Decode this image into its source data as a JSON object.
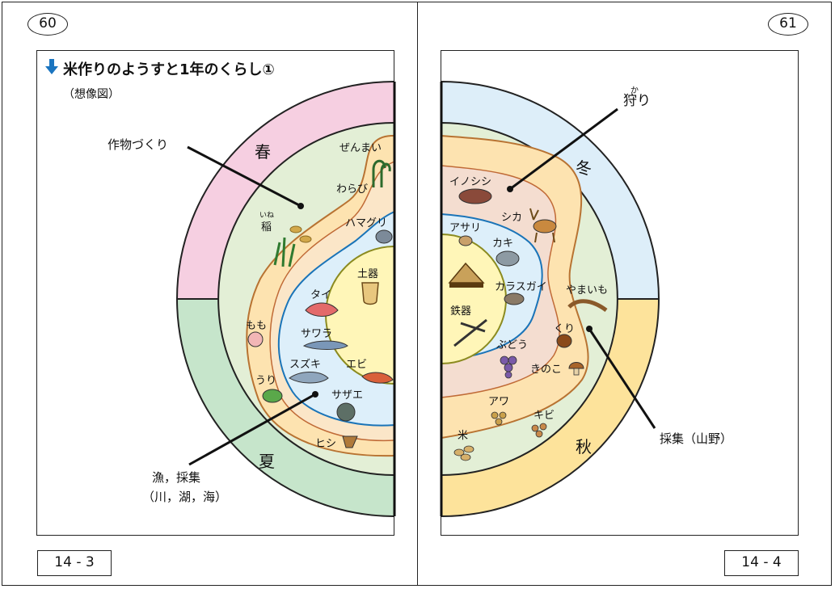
{
  "page_left": {
    "number": "60",
    "code": "14 - 3"
  },
  "page_right": {
    "number": "61",
    "code": "14 - 4"
  },
  "figure": {
    "title": "米作りのようすと1年のくらし①",
    "subtitle": "（想像図）",
    "colors": {
      "spring": "#f6cfe1",
      "summer": "#c6e5cb",
      "winter": "#ddeef9",
      "autumn": "#fde39b",
      "land": "#e3efd6",
      "shore": "#fde3b0",
      "water": "#ddeffa",
      "center": "#fff6b8"
    }
  },
  "seasons": {
    "spring": "春",
    "summer": "夏",
    "winter": "冬",
    "autumn": "秋"
  },
  "callouts": {
    "crops": "作物づくり",
    "fishing_line1": "漁，採集",
    "fishing_line2": "（川，湖，海）",
    "hunting_ruby": "か",
    "hunting": "狩り",
    "gathering": "採集（山野）"
  },
  "items_left": {
    "zenmai": "ぜんまい",
    "warabi": "わらび",
    "ine_ruby": "いね",
    "ine": "稲",
    "hamaguri": "ハマグリ",
    "doki": "土器",
    "tai": "タイ",
    "momo": "もも",
    "sawara": "サワラ",
    "suzuki": "スズキ",
    "ebi": "エビ",
    "uri": "うり",
    "sazae": "サザエ",
    "hishi": "ヒシ"
  },
  "items_right": {
    "inoshishi": "イノシシ",
    "shika": "シカ",
    "asari": "アサリ",
    "kaki": "カキ",
    "karasugai": "カラスガイ",
    "yamaimo": "やまいも",
    "tekki": "鉄器",
    "kuri": "くり",
    "budou": "ぶどう",
    "kinoko": "きのこ",
    "awa": "アワ",
    "kibi": "キビ",
    "kome": "米"
  }
}
